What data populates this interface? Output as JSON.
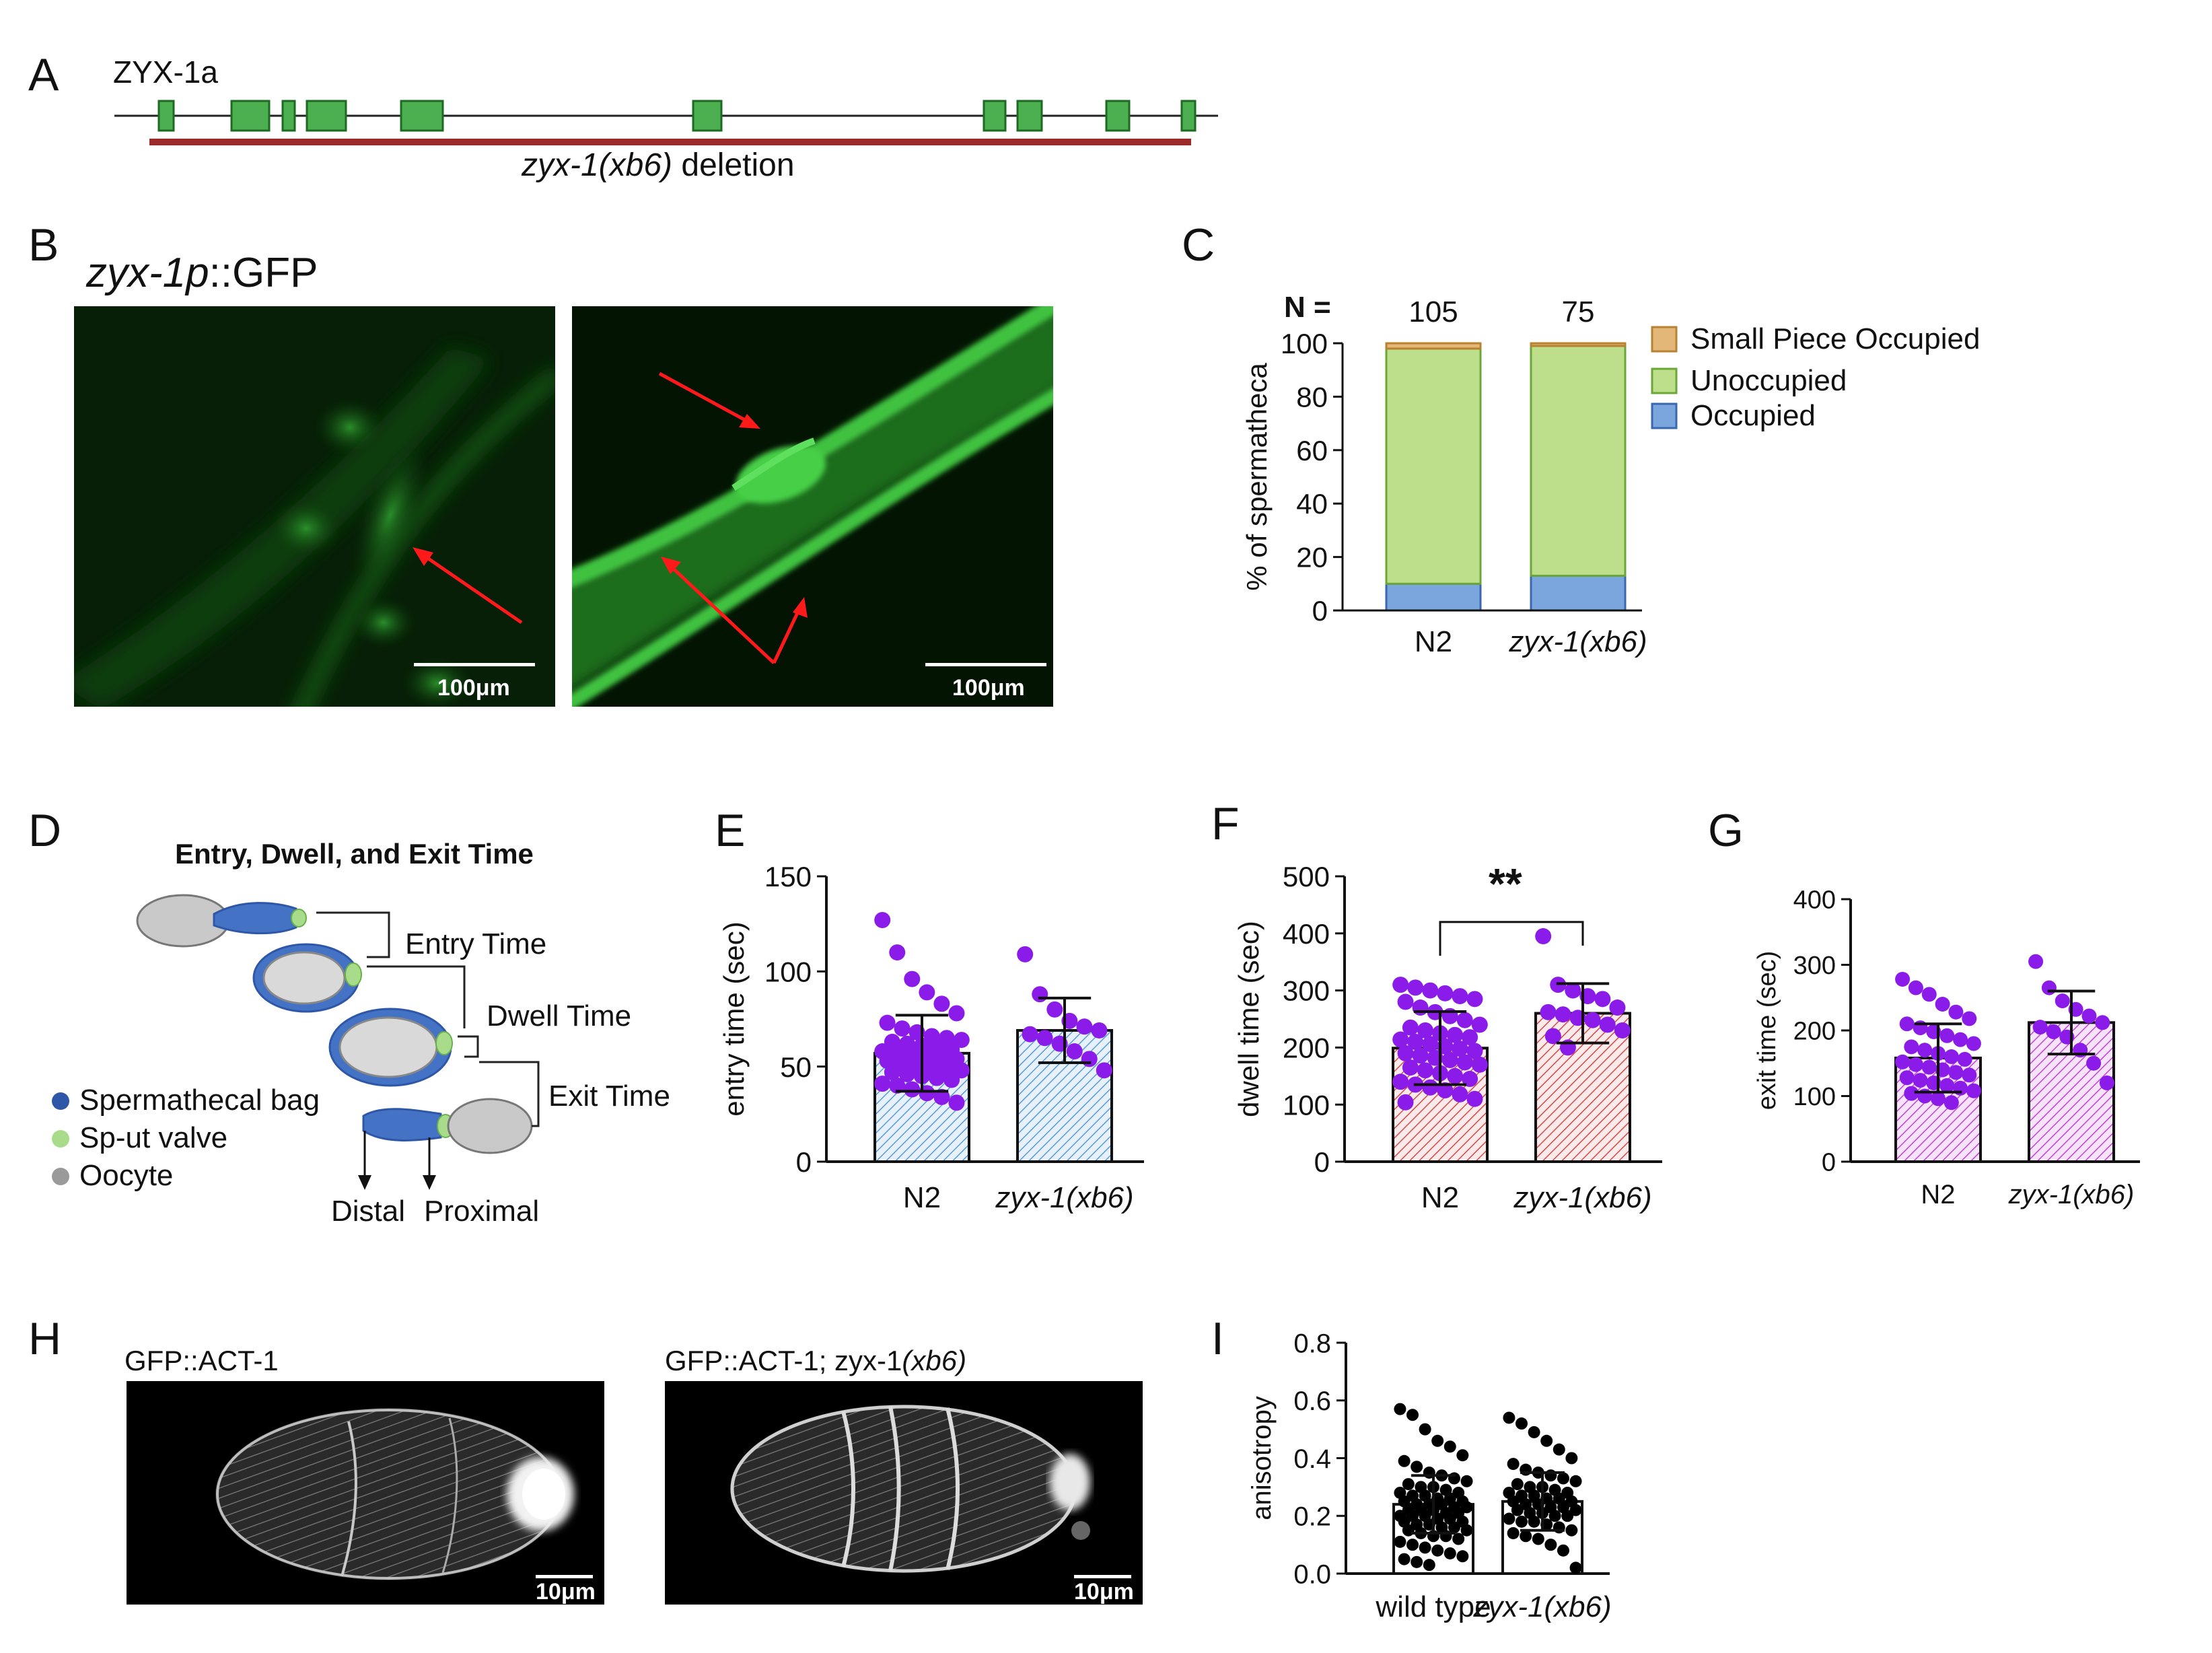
{
  "panel_labels": [
    "A",
    "B",
    "C",
    "D",
    "E",
    "F",
    "G",
    "H",
    "I"
  ],
  "panelA": {
    "gene_name": "ZYX-1a",
    "deletion_allele": "zyx-1(xb6)",
    "deletion_word": " deletion",
    "colors": {
      "exon": "#4caf50",
      "exon_border": "#1d6a22",
      "deletion": "#9b2a2a"
    }
  },
  "panelB": {
    "title_italic": "zyx-1p",
    "title_rest": "::GFP",
    "scale_label": "100μm",
    "arrow_color": "#ff1a1a"
  },
  "panelC": {
    "n_label": "N =",
    "chart_data": {
      "type": "bar",
      "stacked": true,
      "categories": [
        "N2",
        "zyx-1(xb6)"
      ],
      "n": [
        105,
        75
      ],
      "series": [
        {
          "name": "Occupied",
          "values": [
            10,
            13
          ],
          "color": "#7ba6dd"
        },
        {
          "name": "Unoccupied",
          "values": [
            88,
            86
          ],
          "color": "#bddf8b"
        },
        {
          "name": "Small Piece Occupied",
          "values": [
            2,
            1
          ],
          "color": "#e3b777"
        }
      ],
      "ylabel": "% of spermatheca",
      "ylim": [
        0,
        100
      ],
      "yticks": [
        0,
        20,
        40,
        60,
        80,
        100
      ],
      "legend": [
        "Small Piece Occupied",
        "Unoccupied",
        "Occupied"
      ]
    }
  },
  "panelD": {
    "title": "Entry, Dwell, and Exit Time",
    "stage_labels": [
      "Entry Time",
      "Dwell Time",
      "Exit Time"
    ],
    "legend": [
      {
        "label": "Spermathecal bag",
        "color": "#2f57a8"
      },
      {
        "label": "Sp-ut  valve",
        "color": "#a8dc8a"
      },
      {
        "label": "Oocyte",
        "color": "#9a9a9a"
      }
    ],
    "directions": [
      "Distal",
      "Proximal"
    ]
  },
  "panelE": {
    "chart_data": {
      "type": "scatter",
      "categories": [
        "N2",
        "zyx-1(xb6)"
      ],
      "mean": [
        57,
        69
      ],
      "sd": [
        20,
        17
      ],
      "ylabel": "entry time (sec)",
      "ylim": [
        0,
        150
      ],
      "yticks": [
        0,
        50,
        100,
        150
      ],
      "points": [
        [
          127,
          110,
          96,
          89,
          83,
          78,
          73,
          70,
          68,
          66,
          65,
          64,
          63,
          62,
          61,
          60,
          59,
          58,
          57,
          56,
          56,
          55,
          54,
          53,
          52,
          51,
          50,
          49,
          48,
          47,
          46,
          45,
          44,
          43,
          41,
          40,
          38,
          36,
          34,
          31
        ],
        [
          109,
          88,
          80,
          74,
          71,
          69,
          67,
          65,
          62,
          58,
          54,
          48
        ]
      ],
      "marker_color": "#8a1be8",
      "bar_fill": "#e7f1fb",
      "hatch_color": "#5d9ad6"
    }
  },
  "panelF": {
    "significance": "**",
    "chart_data": {
      "type": "scatter",
      "categories": [
        "N2",
        "zyx-1(xb6)"
      ],
      "mean": [
        199,
        260
      ],
      "sd": [
        64,
        52
      ],
      "ylabel": "dwell time (sec)",
      "ylim": [
        0,
        500
      ],
      "yticks": [
        0,
        100,
        200,
        300,
        400,
        500
      ],
      "points": [
        [
          310,
          305,
          300,
          295,
          290,
          285,
          280,
          270,
          262,
          255,
          248,
          240,
          235,
          230,
          225,
          222,
          218,
          214,
          210,
          206,
          202,
          198,
          194,
          190,
          186,
          182,
          178,
          174,
          170,
          165,
          160,
          155,
          150,
          145,
          140,
          135,
          130,
          125,
          118,
          110,
          104
        ],
        [
          395,
          310,
          300,
          290,
          285,
          270,
          262,
          258,
          252,
          248,
          240,
          230,
          220,
          200
        ]
      ],
      "marker_color": "#8a1be8",
      "bar_fill": "#fdeaea",
      "hatch_color": "#d64a4a"
    }
  },
  "panelG": {
    "chart_data": {
      "type": "scatter",
      "categories": [
        "N2",
        "zyx-1(xb6)"
      ],
      "mean": [
        158,
        212
      ],
      "sd": [
        52,
        48
      ],
      "ylabel": "exit time (sec)",
      "ylim": [
        0,
        400
      ],
      "yticks": [
        0,
        100,
        200,
        300,
        400
      ],
      "points": [
        [
          278,
          265,
          255,
          240,
          228,
          218,
          210,
          204,
          198,
          192,
          186,
          180,
          175,
          170,
          165,
          160,
          156,
          152,
          148,
          144,
          140,
          136,
          132,
          128,
          124,
          120,
          116,
          112,
          108,
          104,
          100,
          96,
          90
        ],
        [
          305,
          265,
          245,
          232,
          222,
          212,
          205,
          198,
          190,
          170,
          150,
          120
        ]
      ],
      "marker_color": "#8a1be8",
      "bar_fill": "#f7e3fb",
      "hatch_color": "#c045d6"
    }
  },
  "panelH": {
    "left_title": "GFP::ACT-1",
    "right_title_plain": "GFP::ACT-1; zyx-1",
    "right_title_italic": "(xb6)",
    "scale_label": "10μm"
  },
  "panelI": {
    "chart_data": {
      "type": "scatter",
      "categories": [
        "wild type",
        "zyx-1(xb6)"
      ],
      "mean": [
        0.24,
        0.25
      ],
      "sd": [
        0.1,
        0.1
      ],
      "ylabel": "anisotropy",
      "ylim": [
        0,
        0.8
      ],
      "yticks": [
        0.0,
        0.2,
        0.4,
        0.6,
        0.8
      ],
      "tick_labels": [
        "0.0",
        "0.2",
        "0.4",
        "0.6",
        "0.8"
      ],
      "points": [
        [
          0.57,
          0.55,
          0.5,
          0.46,
          0.44,
          0.41,
          0.39,
          0.37,
          0.35,
          0.34,
          0.33,
          0.32,
          0.31,
          0.3,
          0.3,
          0.29,
          0.28,
          0.28,
          0.27,
          0.27,
          0.26,
          0.26,
          0.25,
          0.25,
          0.24,
          0.24,
          0.24,
          0.23,
          0.23,
          0.22,
          0.22,
          0.22,
          0.21,
          0.21,
          0.2,
          0.2,
          0.2,
          0.19,
          0.19,
          0.18,
          0.18,
          0.17,
          0.17,
          0.16,
          0.16,
          0.15,
          0.15,
          0.14,
          0.13,
          0.13,
          0.12,
          0.11,
          0.1,
          0.09,
          0.08,
          0.07,
          0.06,
          0.05,
          0.04,
          0.03
        ],
        [
          0.54,
          0.52,
          0.49,
          0.46,
          0.43,
          0.4,
          0.38,
          0.36,
          0.35,
          0.34,
          0.33,
          0.32,
          0.31,
          0.3,
          0.3,
          0.29,
          0.28,
          0.28,
          0.27,
          0.27,
          0.26,
          0.26,
          0.25,
          0.25,
          0.24,
          0.24,
          0.23,
          0.23,
          0.22,
          0.22,
          0.21,
          0.21,
          0.2,
          0.2,
          0.19,
          0.18,
          0.18,
          0.17,
          0.16,
          0.15,
          0.14,
          0.13,
          0.12,
          0.1,
          0.08,
          0.02
        ]
      ],
      "marker_color": "#000000",
      "bar_fill": "#ffffff"
    }
  }
}
